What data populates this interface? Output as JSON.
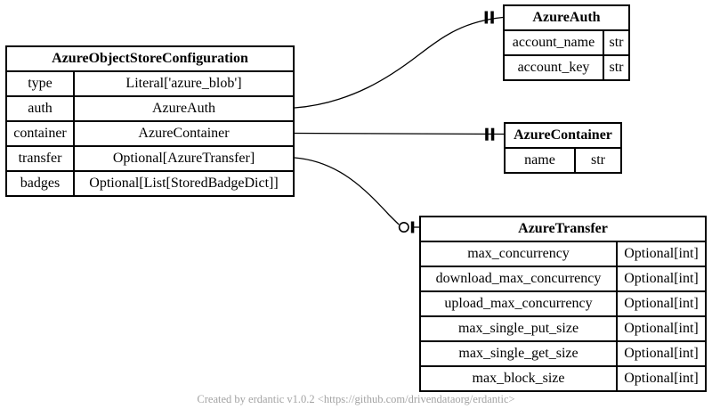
{
  "diagram": {
    "tool": "erdantic entity relationship diagram",
    "colors": {
      "background": "#ffffff",
      "line": "#000000",
      "text": "#000000",
      "footer_text": "#a3a3a3"
    },
    "entities": {
      "config": {
        "title": "AzureObjectStoreConfiguration",
        "fields": [
          {
            "name": "type",
            "type": "Literal['azure_blob']"
          },
          {
            "name": "auth",
            "type": "AzureAuth"
          },
          {
            "name": "container",
            "type": "AzureContainer"
          },
          {
            "name": "transfer",
            "type": "Optional[AzureTransfer]"
          },
          {
            "name": "badges",
            "type": "Optional[List[StoredBadgeDict]]"
          }
        ]
      },
      "auth": {
        "title": "AzureAuth",
        "fields": [
          {
            "name": "account_name",
            "type": "str"
          },
          {
            "name": "account_key",
            "type": "str"
          }
        ]
      },
      "container": {
        "title": "AzureContainer",
        "fields": [
          {
            "name": "name",
            "type": "str"
          }
        ]
      },
      "transfer": {
        "title": "AzureTransfer",
        "fields": [
          {
            "name": "max_concurrency",
            "type": "Optional[int]"
          },
          {
            "name": "download_max_concurrency",
            "type": "Optional[int]"
          },
          {
            "name": "upload_max_concurrency",
            "type": "Optional[int]"
          },
          {
            "name": "max_single_put_size",
            "type": "Optional[int]"
          },
          {
            "name": "max_single_get_size",
            "type": "Optional[int]"
          },
          {
            "name": "max_block_size",
            "type": "Optional[int]"
          }
        ]
      }
    },
    "relationships": [
      {
        "from": "AzureObjectStoreConfiguration.auth",
        "to": "AzureAuth",
        "cardinality": "exactly one (||)"
      },
      {
        "from": "AzureObjectStoreConfiguration.container",
        "to": "AzureContainer",
        "cardinality": "exactly one (||)"
      },
      {
        "from": "AzureObjectStoreConfiguration.transfer",
        "to": "AzureTransfer",
        "cardinality": "zero or one (o|)"
      }
    ],
    "footer": "Created by erdantic v1.0.2 <https://github.com/drivendataorg/erdantic>"
  }
}
